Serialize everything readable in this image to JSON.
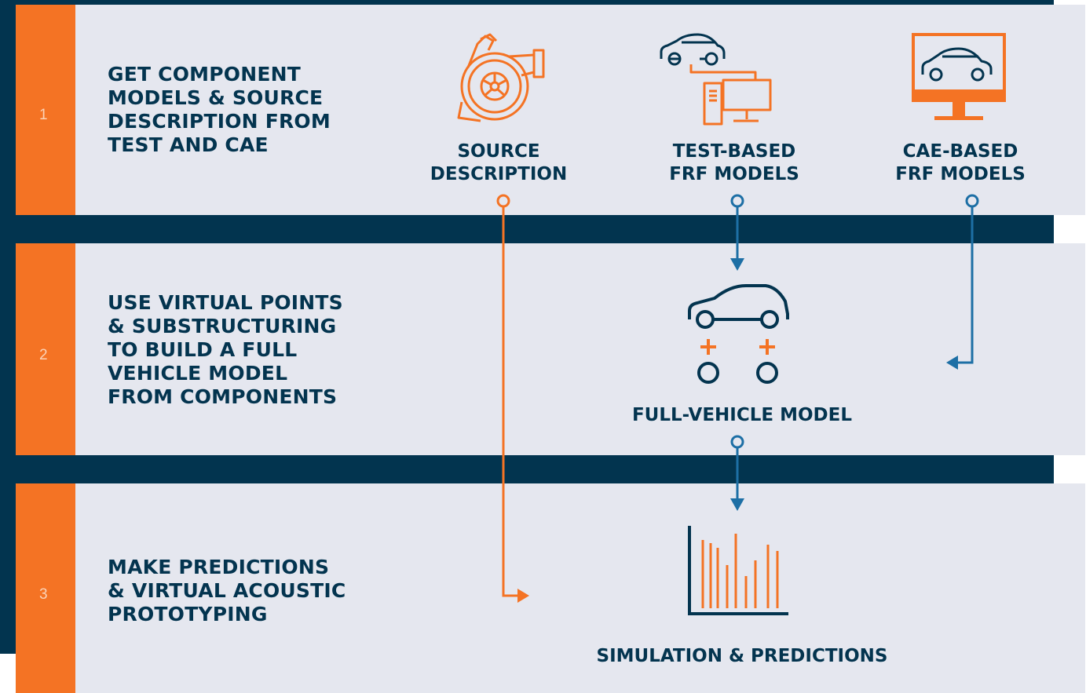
{
  "colors": {
    "navy": "#02344f",
    "orange": "#f47324",
    "panel": "#e5e7ef",
    "blue_connector": "#1d6fa5"
  },
  "steps": [
    {
      "number": "1",
      "title": "GET COMPONENT\nMODELS & SOURCE\nDESCRIPTION FROM\nTEST AND CAE",
      "items": [
        {
          "label": "SOURCE\nDESCRIPTION",
          "icon": "turbocharger-icon"
        },
        {
          "label": "TEST-BASED\nFRF MODELS",
          "icon": "car-computer-test-icon"
        },
        {
          "label": "CAE-BASED\nFRF MODELS",
          "icon": "monitor-car-icon"
        }
      ]
    },
    {
      "number": "2",
      "title": "USE VIRTUAL POINTS\n& SUBSTRUCTURING\nTO BUILD A FULL\nVEHICLE MODEL\nFROM COMPONENTS",
      "items": [
        {
          "label": "FULL-VEHICLE MODEL",
          "icon": "car-assembly-icon"
        }
      ]
    },
    {
      "number": "3",
      "title": "MAKE PREDICTIONS\n& VIRTUAL ACOUSTIC\nPROTOTYPING",
      "items": [
        {
          "label": "SIMULATION & PREDICTIONS",
          "icon": "bar-chart-icon"
        }
      ]
    }
  ]
}
